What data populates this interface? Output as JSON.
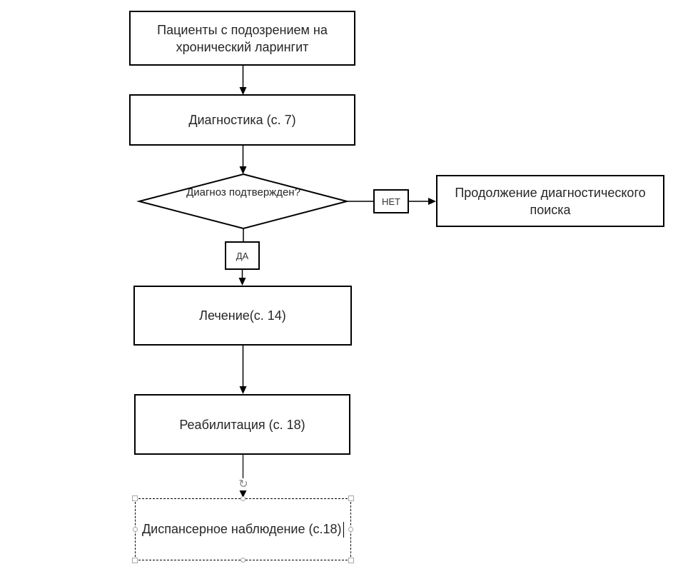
{
  "flowchart": {
    "nodes": {
      "patients": {
        "label": "Пациенты с подозрением на хронический ларингит"
      },
      "diagnostics": {
        "label": "Диагностика (с. 7)"
      },
      "decision": {
        "label": "Диагноз подтвержден?"
      },
      "continue_search": {
        "label": "Продолжение диагностического поиска"
      },
      "treatment": {
        "label": "Лечение(с. 14)"
      },
      "rehabilitation": {
        "label": "Реабилитация (с. 18)"
      },
      "observation": {
        "label": "Диспансерное наблюдение (с.18)",
        "selected": true
      }
    },
    "edge_labels": {
      "no": "НЕТ",
      "yes": "ДА"
    },
    "icons": {
      "rotation_handle": "↻"
    },
    "colors": {
      "line": "#000000",
      "text": "#262626",
      "background": "#ffffff",
      "selection_handle_fill": "#ffffff",
      "selection_handle_border": "#a6a6a6",
      "rotation_handle": "#8c8c8c"
    }
  }
}
